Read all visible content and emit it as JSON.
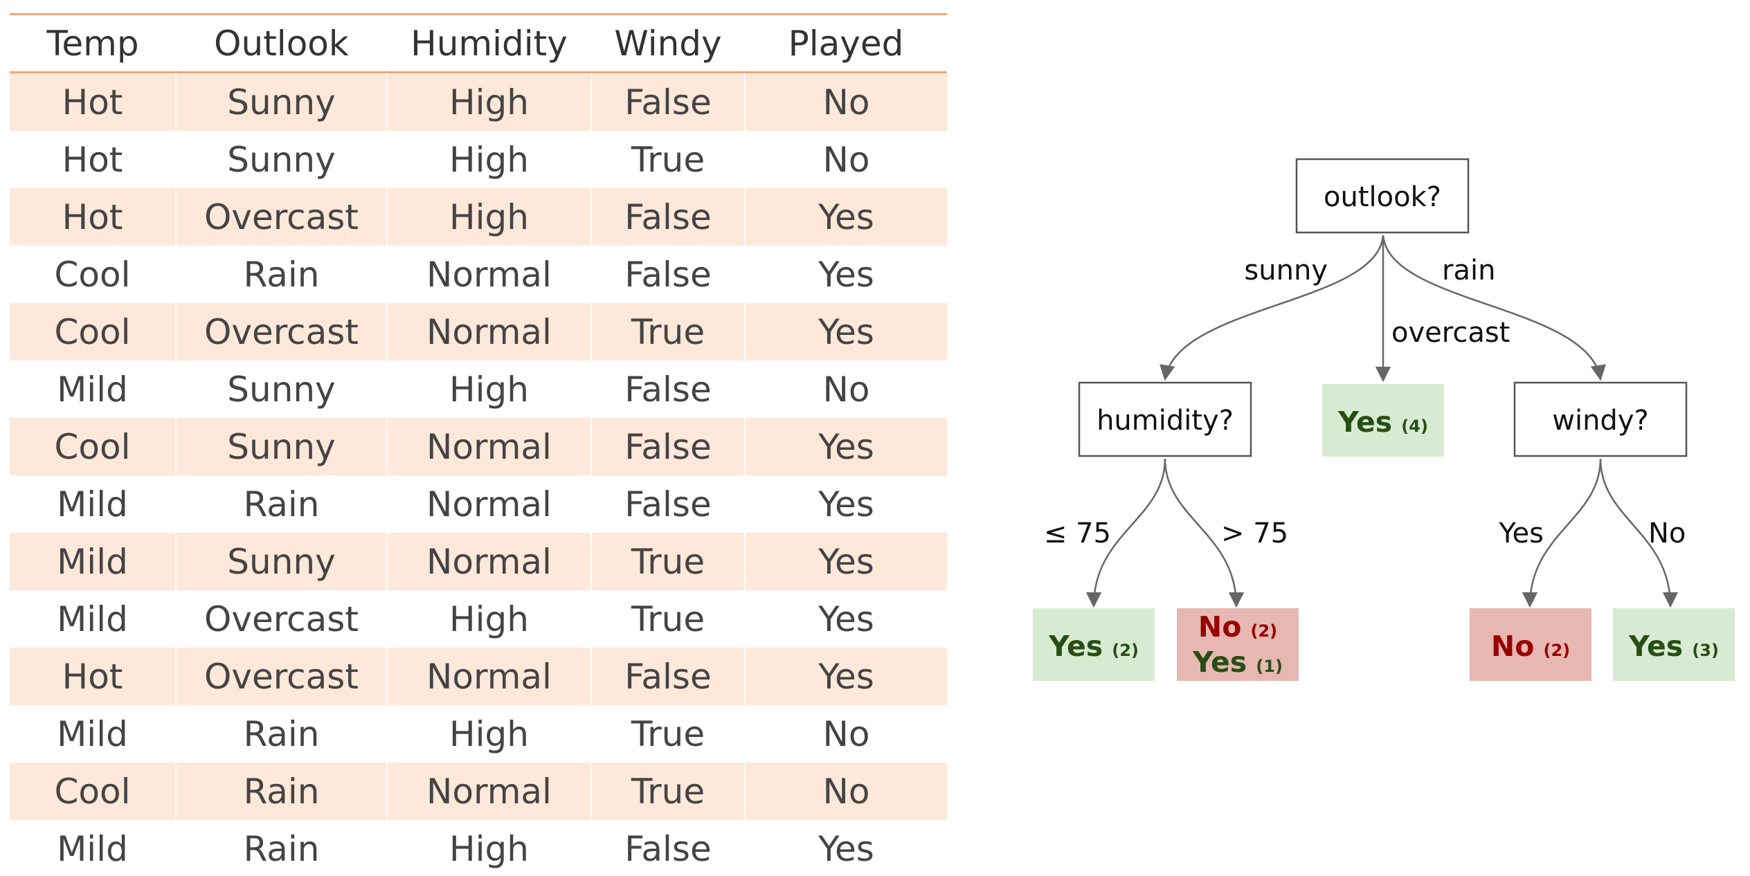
{
  "table": {
    "headers": [
      "Temp",
      "Outlook",
      "Humidity",
      "Windy",
      "Played"
    ],
    "rows": [
      [
        "Hot",
        "Sunny",
        "High",
        "False",
        "No"
      ],
      [
        "Hot",
        "Sunny",
        "High",
        "True",
        "No"
      ],
      [
        "Hot",
        "Overcast",
        "High",
        "False",
        "Yes"
      ],
      [
        "Cool",
        "Rain",
        "Normal",
        "False",
        "Yes"
      ],
      [
        "Cool",
        "Overcast",
        "Normal",
        "True",
        "Yes"
      ],
      [
        "Mild",
        "Sunny",
        "High",
        "False",
        "No"
      ],
      [
        "Cool",
        "Sunny",
        "Normal",
        "False",
        "Yes"
      ],
      [
        "Mild",
        "Rain",
        "Normal",
        "False",
        "Yes"
      ],
      [
        "Mild",
        "Sunny",
        "Normal",
        "True",
        "Yes"
      ],
      [
        "Mild",
        "Overcast",
        "High",
        "True",
        "Yes"
      ],
      [
        "Hot",
        "Overcast",
        "Normal",
        "False",
        "Yes"
      ],
      [
        "Mild",
        "Rain",
        "High",
        "True",
        "No"
      ],
      [
        "Cool",
        "Rain",
        "Normal",
        "True",
        "No"
      ],
      [
        "Mild",
        "Rain",
        "High",
        "False",
        "Yes"
      ]
    ]
  },
  "colors": {
    "rule": "#f0a878",
    "row_stripe": "#fde8da",
    "yes_fill": "#d9ead3",
    "yes_text": "#274e13",
    "no_fill": "#e6b8b1",
    "no_text": "#990000",
    "node_border": "#555555",
    "edge": "#666666"
  },
  "tree": {
    "root": {
      "label": "outlook?"
    },
    "edges": {
      "sunny": "sunny",
      "overcast": "overcast",
      "rain": "rain",
      "le75": "≤ 75",
      "gt75": "> 75",
      "windy_yes": "Yes",
      "windy_no": "No"
    },
    "humidity": {
      "label": "humidity?"
    },
    "windy": {
      "label": "windy?"
    },
    "leaves": {
      "overcast_yes": {
        "label": "Yes",
        "count": "(4)"
      },
      "humidity_le": {
        "label": "Yes",
        "count": "(2)"
      },
      "humidity_gt_no": {
        "label": "No",
        "count": "(2)"
      },
      "humidity_gt_yes": {
        "label": "Yes",
        "count": "(1)"
      },
      "windy_yes_no": {
        "label": "No",
        "count": "(2)"
      },
      "windy_no_yes": {
        "label": "Yes",
        "count": "(3)"
      }
    }
  }
}
